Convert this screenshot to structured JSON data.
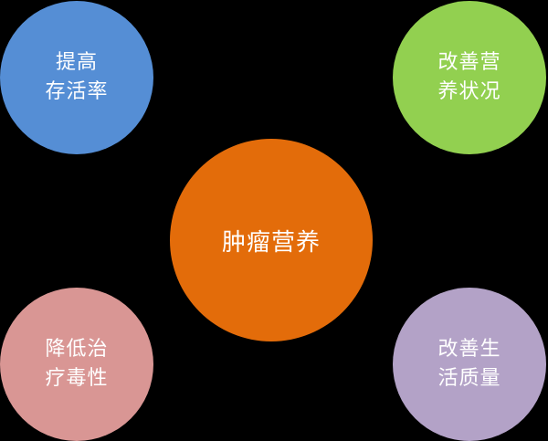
{
  "center": {
    "label": "肿瘤营养",
    "color": "#E36C0A"
  },
  "nodes": [
    {
      "id": "top-left",
      "lines": [
        "提高",
        "存活率"
      ],
      "color": "#558ED5"
    },
    {
      "id": "top-right",
      "lines": [
        "改善营",
        "养状况"
      ],
      "color": "#92D050"
    },
    {
      "id": "bottom-left",
      "lines": [
        "降低治",
        "疗毒性"
      ],
      "color": "#D99694"
    },
    {
      "id": "bottom-right",
      "lines": [
        "改善生",
        "活质量"
      ],
      "color": "#B3A2C7"
    }
  ]
}
